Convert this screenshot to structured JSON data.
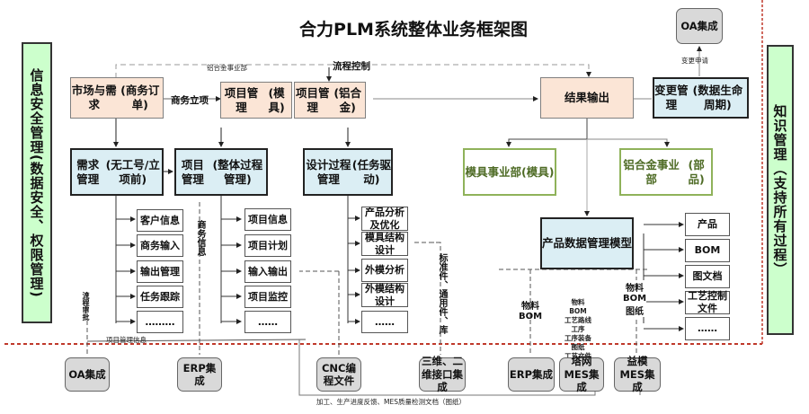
{
  "title": "合力PLM系统整体业务框架图",
  "side_left": "信息安全管理(数据安全、权限管理)",
  "side_right": "知识管理（支持所有过程）",
  "top_row": {
    "market": [
      "市场与需求",
      "(商务订单)"
    ],
    "proj_mold": [
      "项目管理",
      "(模具)"
    ],
    "proj_alu": [
      "项目管理",
      "(铝合金)"
    ],
    "result": "结果输出",
    "change": [
      "变更管理",
      "(数据生命周期)"
    ],
    "oa_top": "OA集成"
  },
  "mid_row": {
    "demand": [
      "需求管理",
      "(无工号/立项前)"
    ],
    "proj_overall": [
      "项目管理",
      "(整体过程管理)"
    ],
    "design": [
      "设计过程管理",
      "(任务驱动)"
    ],
    "mold_div": [
      "模具事业部",
      "(模具)"
    ],
    "alu_div": [
      "铝合金事业部",
      "(部品)"
    ],
    "pdm": [
      "产品数据",
      "管理模型"
    ]
  },
  "demand_items": [
    "客户信息",
    "商务输入",
    "输出管理",
    "任务跟踪",
    "………"
  ],
  "project_items": [
    "项目信息",
    "项目计划",
    "输入输出",
    "项目监控",
    "……"
  ],
  "design_items": [
    "产品分析及优化",
    "模具结构设计",
    "外模分析",
    "外模结构设计",
    "……"
  ],
  "pdm_items": [
    "产品",
    "BOM",
    "图文档",
    "工艺控制文件",
    "……"
  ],
  "labels": {
    "business_approval": "商务立项",
    "process_control": "流程控制",
    "alu_division_small": "铝合金事业部",
    "change_request": "变更申请",
    "business_info": "商务信息",
    "standard_parts": "标准件、通用件、库",
    "material_bom_left": [
      "物料",
      "BOM"
    ],
    "material_bom_right": [
      "物料",
      "BOM",
      "图纸"
    ],
    "mes_data": [
      "物料",
      "BOM",
      "工艺路线",
      "工序",
      "工序装备",
      "图纸",
      "工艺文件"
    ],
    "project_info_integration": "项目管理信息",
    "approval_flow": "流程审批",
    "bottom_feedback": "加工、生产进度反馈、MES质量检测文档（图纸）"
  },
  "bottom": {
    "oa": "OA集成",
    "erp1": "ERP集成",
    "cnc": "CNC编程文件",
    "cad": "三维、二维接口集成",
    "erp2": "ERP集成",
    "mes1": "塔网MES集成",
    "mes2": "益模MES集成"
  },
  "colors": {
    "peach": "#fbe5d6",
    "blue": "#dbeef4",
    "green_border": "#8fb25a",
    "side_fill": "#ccffcc",
    "red_dash": "#c0392b",
    "gray_box": "#d9d9d9"
  }
}
